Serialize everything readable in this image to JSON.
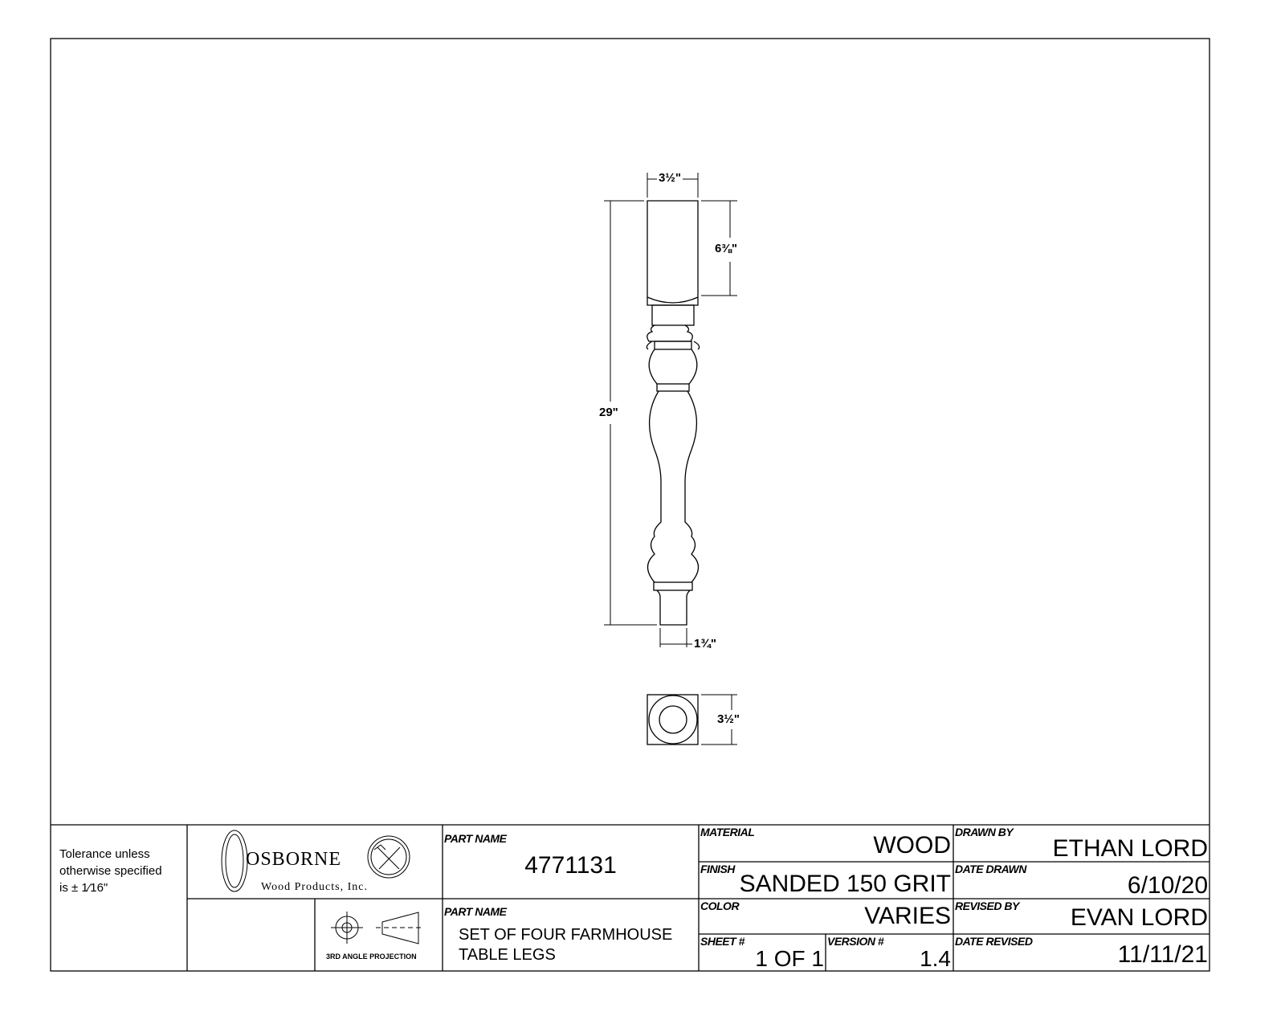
{
  "drawing": {
    "dimensions": {
      "top_width": "3½\"",
      "top_block_height": "6⅜\"",
      "overall_height": "29\"",
      "foot_width": "1¾\"",
      "end_view_width": "3½\""
    }
  },
  "title_block": {
    "tolerance": [
      "Tolerance unless",
      "otherwise specified",
      "is ± 1⁄16\""
    ],
    "logo": {
      "name": "OSBORNE",
      "subtitle": "Wood Products, Inc."
    },
    "projection_label": "3RD ANGLE PROJECTION",
    "part_number_label": "PART NAME",
    "part_number": "4771131",
    "part_name_label": "PART NAME",
    "part_name": [
      "SET OF FOUR FARMHOUSE",
      "TABLE LEGS"
    ],
    "material_label": "MATERIAL",
    "material": "WOOD",
    "finish_label": "FINISH",
    "finish": "SANDED 150 GRIT",
    "color_label": "COLOR",
    "color": "VARIES",
    "sheet_label": "SHEET #",
    "sheet": "1 OF 1",
    "version_label": "VERSION #",
    "version": "1.4",
    "drawn_by_label": "DRAWN BY",
    "drawn_by": "ETHAN LORD",
    "date_drawn_label": "DATE DRAWN",
    "date_drawn": "6/10/20",
    "revised_by_label": "REVISED BY",
    "revised_by": "EVAN LORD",
    "date_revised_label": "DATE REVISED",
    "date_revised": "11/11/21"
  }
}
